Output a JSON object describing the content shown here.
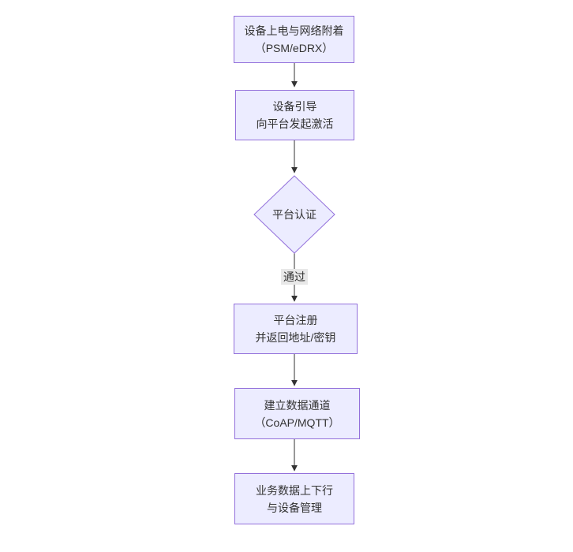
{
  "diagram": {
    "type": "flowchart",
    "direction": "top-down",
    "colors": {
      "background": "#ffffff",
      "node_fill": "#ECECFF",
      "node_border": "#9370DB",
      "arrow": "#333333",
      "text": "#333333",
      "edge_label_bg": "#e8e8e8"
    },
    "nodes": [
      {
        "id": "power-attach",
        "shape": "rect",
        "lines": [
          "设备上电与网络附着",
          "（PSM/eDRX）"
        ]
      },
      {
        "id": "bootstrap",
        "shape": "rect",
        "lines": [
          "设备引导",
          "向平台发起激活"
        ]
      },
      {
        "id": "auth-check",
        "shape": "diamond",
        "lines": [
          "平台认证"
        ]
      },
      {
        "id": "register",
        "shape": "rect",
        "lines": [
          "平台注册",
          "并返回地址/密钥"
        ]
      },
      {
        "id": "data-channel",
        "shape": "rect",
        "lines": [
          "建立数据通道",
          "（CoAP/MQTT）"
        ]
      },
      {
        "id": "business-data",
        "shape": "rect",
        "lines": [
          "业务数据上下行",
          "与设备管理"
        ]
      }
    ],
    "edges": [
      {
        "from": "power-attach",
        "to": "bootstrap"
      },
      {
        "from": "bootstrap",
        "to": "auth-check"
      },
      {
        "from": "auth-check",
        "to": "register",
        "label": "通过"
      },
      {
        "from": "register",
        "to": "data-channel"
      },
      {
        "from": "data-channel",
        "to": "business-data"
      }
    ]
  }
}
